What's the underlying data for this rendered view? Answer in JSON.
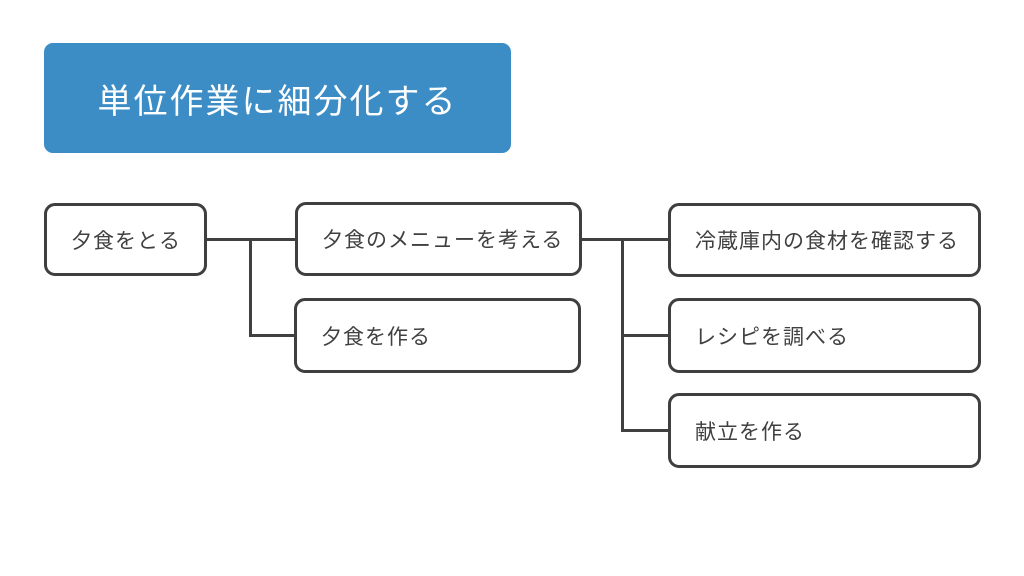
{
  "title": {
    "label": "単位作業に細分化する"
  },
  "colors": {
    "page-bg": "#ffffff",
    "accent": "#3C8DC5",
    "title-text": "#ffffff",
    "line": "#404040",
    "box-border": "#3F3F3F",
    "box-fill": "#ffffff",
    "box-text": "#404040"
  },
  "diagram": {
    "nodes": [
      {
        "label": "夕食をとる",
        "level": 1
      },
      {
        "label": "夕食のメニューを考える",
        "level": 2
      },
      {
        "label": "夕食を作る",
        "level": 2
      },
      {
        "label": "冷蔵庫内の食材を確認する",
        "level": 3
      },
      {
        "label": "レシピを調べる",
        "level": 3
      },
      {
        "label": "献立を作る",
        "level": 3
      }
    ]
  }
}
